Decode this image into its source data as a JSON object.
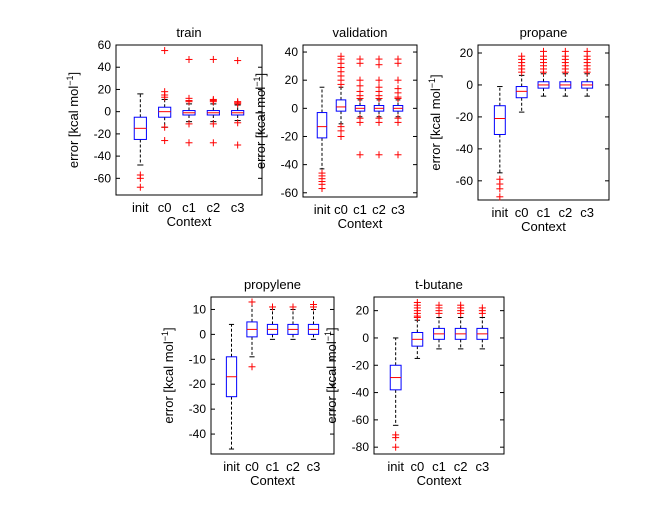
{
  "chart_data": [
    {
      "type": "box",
      "title": "train",
      "xlabel": "Context",
      "ylabel": "error [kcal mol⁻¹]",
      "categories": [
        "init",
        "c0",
        "c1",
        "c2",
        "c3"
      ],
      "ylim": [
        -75,
        60
      ],
      "yticks": [
        60,
        40,
        20,
        0,
        -20,
        -40,
        -60
      ],
      "boxes": [
        {
          "q1": -25,
          "median": -15,
          "q3": -5,
          "whislo": -48,
          "whishi": 16,
          "outliers": [
            -57,
            -60,
            -68
          ]
        },
        {
          "q1": -5,
          "median": 0,
          "q3": 4,
          "whislo": -14,
          "whishi": 11,
          "outliers": [
            55,
            18,
            15,
            13,
            -14,
            -26
          ]
        },
        {
          "q1": -3,
          "median": -1,
          "q3": 1,
          "whislo": -9,
          "whishi": 7,
          "outliers": [
            47,
            12,
            10,
            9,
            -11,
            -28
          ]
        },
        {
          "q1": -3,
          "median": -1,
          "q3": 1,
          "whislo": -9,
          "whishi": 7,
          "outliers": [
            47,
            11,
            10,
            9,
            -11,
            -28
          ]
        },
        {
          "q1": -3,
          "median": -1,
          "q3": 1,
          "whislo": -8,
          "whishi": 6,
          "outliers": [
            46,
            9,
            8,
            7,
            -10,
            -30
          ]
        }
      ]
    },
    {
      "type": "box",
      "title": "validation",
      "xlabel": "Context",
      "ylabel": "error [kcal mol⁻¹]",
      "categories": [
        "init",
        "c0",
        "c1",
        "c2",
        "c3"
      ],
      "ylim": [
        -63,
        45
      ],
      "yticks": [
        40,
        20,
        0,
        -20,
        -40,
        -60
      ],
      "boxes": [
        {
          "q1": -21,
          "median": -13,
          "q3": -3,
          "whislo": -43,
          "whishi": 15,
          "outliers": [
            -46,
            -48,
            -50,
            -52,
            -54,
            -57
          ]
        },
        {
          "q1": -2,
          "median": 1,
          "q3": 6,
          "whislo": -11,
          "whishi": 15,
          "outliers": [
            37,
            35,
            32,
            29,
            26,
            23,
            20,
            17,
            -13,
            -16,
            -20
          ]
        },
        {
          "q1": -2,
          "median": 0,
          "q3": 2,
          "whislo": -6,
          "whishi": 6,
          "outliers": [
            35,
            32,
            20,
            16,
            12,
            9,
            7,
            -7,
            -10,
            -33
          ]
        },
        {
          "q1": -2,
          "median": 0,
          "q3": 2,
          "whislo": -6,
          "whishi": 6,
          "outliers": [
            35,
            31,
            20,
            15,
            12,
            9,
            7,
            -7,
            -10,
            -33
          ]
        },
        {
          "q1": -2,
          "median": 0,
          "q3": 2,
          "whislo": -6,
          "whishi": 6,
          "outliers": [
            35,
            32,
            20,
            14,
            11,
            8,
            7,
            -7,
            -10,
            -33
          ]
        }
      ]
    },
    {
      "type": "box",
      "title": "propane",
      "xlabel": "Context",
      "ylabel": "error [kcal mol⁻¹]",
      "categories": [
        "init",
        "c0",
        "c1",
        "c2",
        "c3"
      ],
      "ylim": [
        -72,
        25
      ],
      "yticks": [
        20,
        0,
        -20,
        -40,
        -60
      ],
      "boxes": [
        {
          "q1": -31,
          "median": -21,
          "q3": -13,
          "whislo": -55,
          "whishi": -1,
          "outliers": [
            -59,
            -62,
            -65,
            -70
          ]
        },
        {
          "q1": -8,
          "median": -4,
          "q3": -1,
          "whislo": -17,
          "whishi": 6,
          "outliers": [
            18,
            16,
            14,
            12,
            10,
            8
          ]
        },
        {
          "q1": -2,
          "median": 0,
          "q3": 2,
          "whislo": -7,
          "whishi": 7,
          "outliers": [
            21,
            18,
            16,
            14,
            12,
            10,
            8
          ]
        },
        {
          "q1": -2,
          "median": 0,
          "q3": 2,
          "whislo": -7,
          "whishi": 7,
          "outliers": [
            21,
            18,
            16,
            14,
            12,
            10,
            8
          ]
        },
        {
          "q1": -2,
          "median": 0,
          "q3": 2,
          "whislo": -7,
          "whishi": 7,
          "outliers": [
            21,
            18,
            16,
            14,
            12,
            10,
            8
          ]
        }
      ]
    },
    {
      "type": "box",
      "title": "propylene",
      "xlabel": "Context",
      "ylabel": "error [kcal mol⁻¹]",
      "categories": [
        "init",
        "c0",
        "c1",
        "c2",
        "c3"
      ],
      "ylim": [
        -48,
        15
      ],
      "yticks": [
        10,
        0,
        -10,
        -20,
        -30,
        -40
      ],
      "boxes": [
        {
          "q1": -25,
          "median": -17,
          "q3": -9,
          "whislo": -46,
          "whishi": 4,
          "outliers": []
        },
        {
          "q1": -1,
          "median": 2,
          "q3": 5,
          "whislo": -9,
          "whishi": 13,
          "outliers": [
            13,
            -13
          ]
        },
        {
          "q1": 0,
          "median": 2,
          "q3": 4,
          "whislo": -2,
          "whishi": 10,
          "outliers": [
            11
          ]
        },
        {
          "q1": 0,
          "median": 2,
          "q3": 4,
          "whislo": -2,
          "whishi": 10,
          "outliers": [
            11
          ]
        },
        {
          "q1": 0,
          "median": 2,
          "q3": 4,
          "whislo": -2,
          "whishi": 10,
          "outliers": [
            12,
            11
          ]
        }
      ]
    },
    {
      "type": "box",
      "title": "t-butane",
      "xlabel": "Context",
      "ylabel": "error [kcal mol⁻¹]",
      "categories": [
        "init",
        "c0",
        "c1",
        "c2",
        "c3"
      ],
      "ylim": [
        -85,
        30
      ],
      "yticks": [
        20,
        0,
        -20,
        -40,
        -60,
        -80
      ],
      "boxes": [
        {
          "q1": -38,
          "median": -29,
          "q3": -20,
          "whislo": -64,
          "whishi": 0,
          "outliers": [
            -71,
            -73,
            -80
          ]
        },
        {
          "q1": -6,
          "median": -1,
          "q3": 4,
          "whislo": -15,
          "whishi": 13,
          "outliers": [
            26,
            24,
            22,
            20,
            18,
            16,
            15
          ]
        },
        {
          "q1": -1,
          "median": 3,
          "q3": 7,
          "whislo": -8,
          "whishi": 15,
          "outliers": [
            24,
            22,
            20,
            18
          ]
        },
        {
          "q1": -1,
          "median": 3,
          "q3": 7,
          "whislo": -8,
          "whishi": 15,
          "outliers": [
            24,
            22,
            20,
            18
          ]
        },
        {
          "q1": -1,
          "median": 3,
          "q3": 7,
          "whislo": -8,
          "whishi": 15,
          "outliers": [
            22,
            20,
            18
          ]
        }
      ]
    }
  ],
  "style": {
    "box_color": "#0000ff",
    "median_color": "#ff0000",
    "outlier_color": "#ff0000",
    "whisker_color": "#000000"
  }
}
